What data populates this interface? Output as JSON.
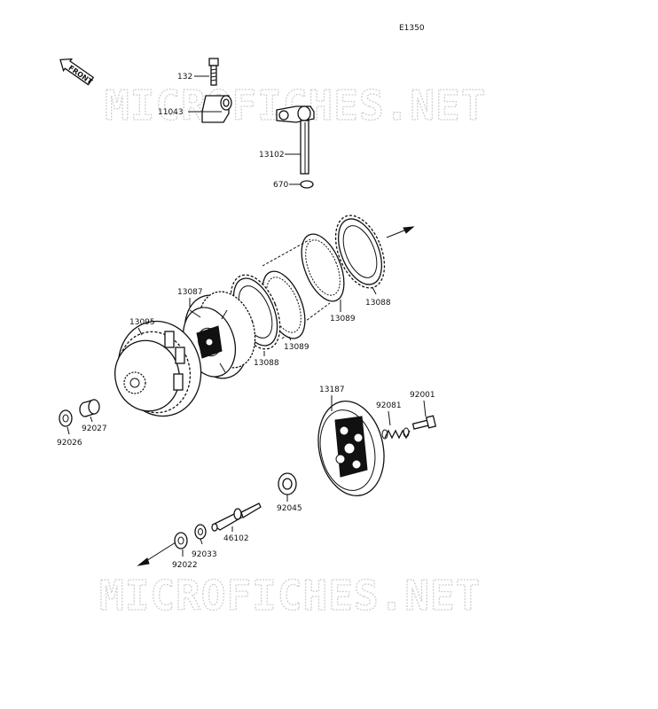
{
  "diagram_code": "E1350",
  "front_label": "FRONT",
  "watermark": "MICROFICHES.NET",
  "parts": {
    "p132": "132",
    "p11043": "11043",
    "p13102": "13102",
    "p670": "670",
    "p13087": "13087",
    "p13095": "13095",
    "p13088a": "13088",
    "p13089a": "13089",
    "p13089b": "13089",
    "p13088b": "13088",
    "p13187": "13187",
    "p92081": "92081",
    "p92001": "92001",
    "p92027": "92027",
    "p92026": "92026",
    "p92045": "92045",
    "p46102": "46102",
    "p92033": "92033",
    "p92022": "92022"
  }
}
